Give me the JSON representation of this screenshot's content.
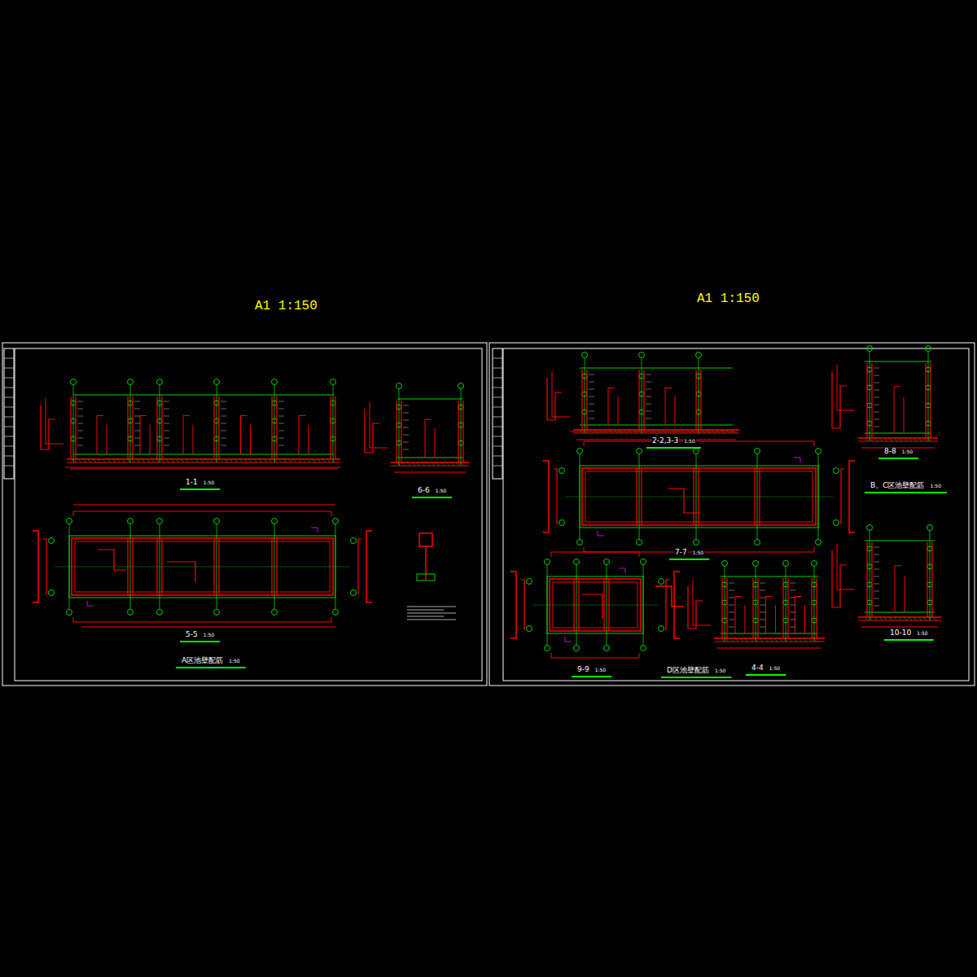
{
  "diagram": {
    "labels": [
      "A1 1:150",
      "A1 1:150",
      "1-1",
      "1:50",
      "6-6",
      "1:50",
      "5-5",
      "1:50",
      "A区池壁配筋",
      "1:50",
      "2-2,3-3",
      "1:50",
      "8-8",
      "1:50",
      "B、C区池壁配筋",
      "1:50",
      "7-7",
      "1:50",
      "9-9",
      "1:50",
      "D区池壁配筋",
      "1:50",
      "4-4",
      "1:50",
      "10-10",
      "1:50"
    ]
  }
}
